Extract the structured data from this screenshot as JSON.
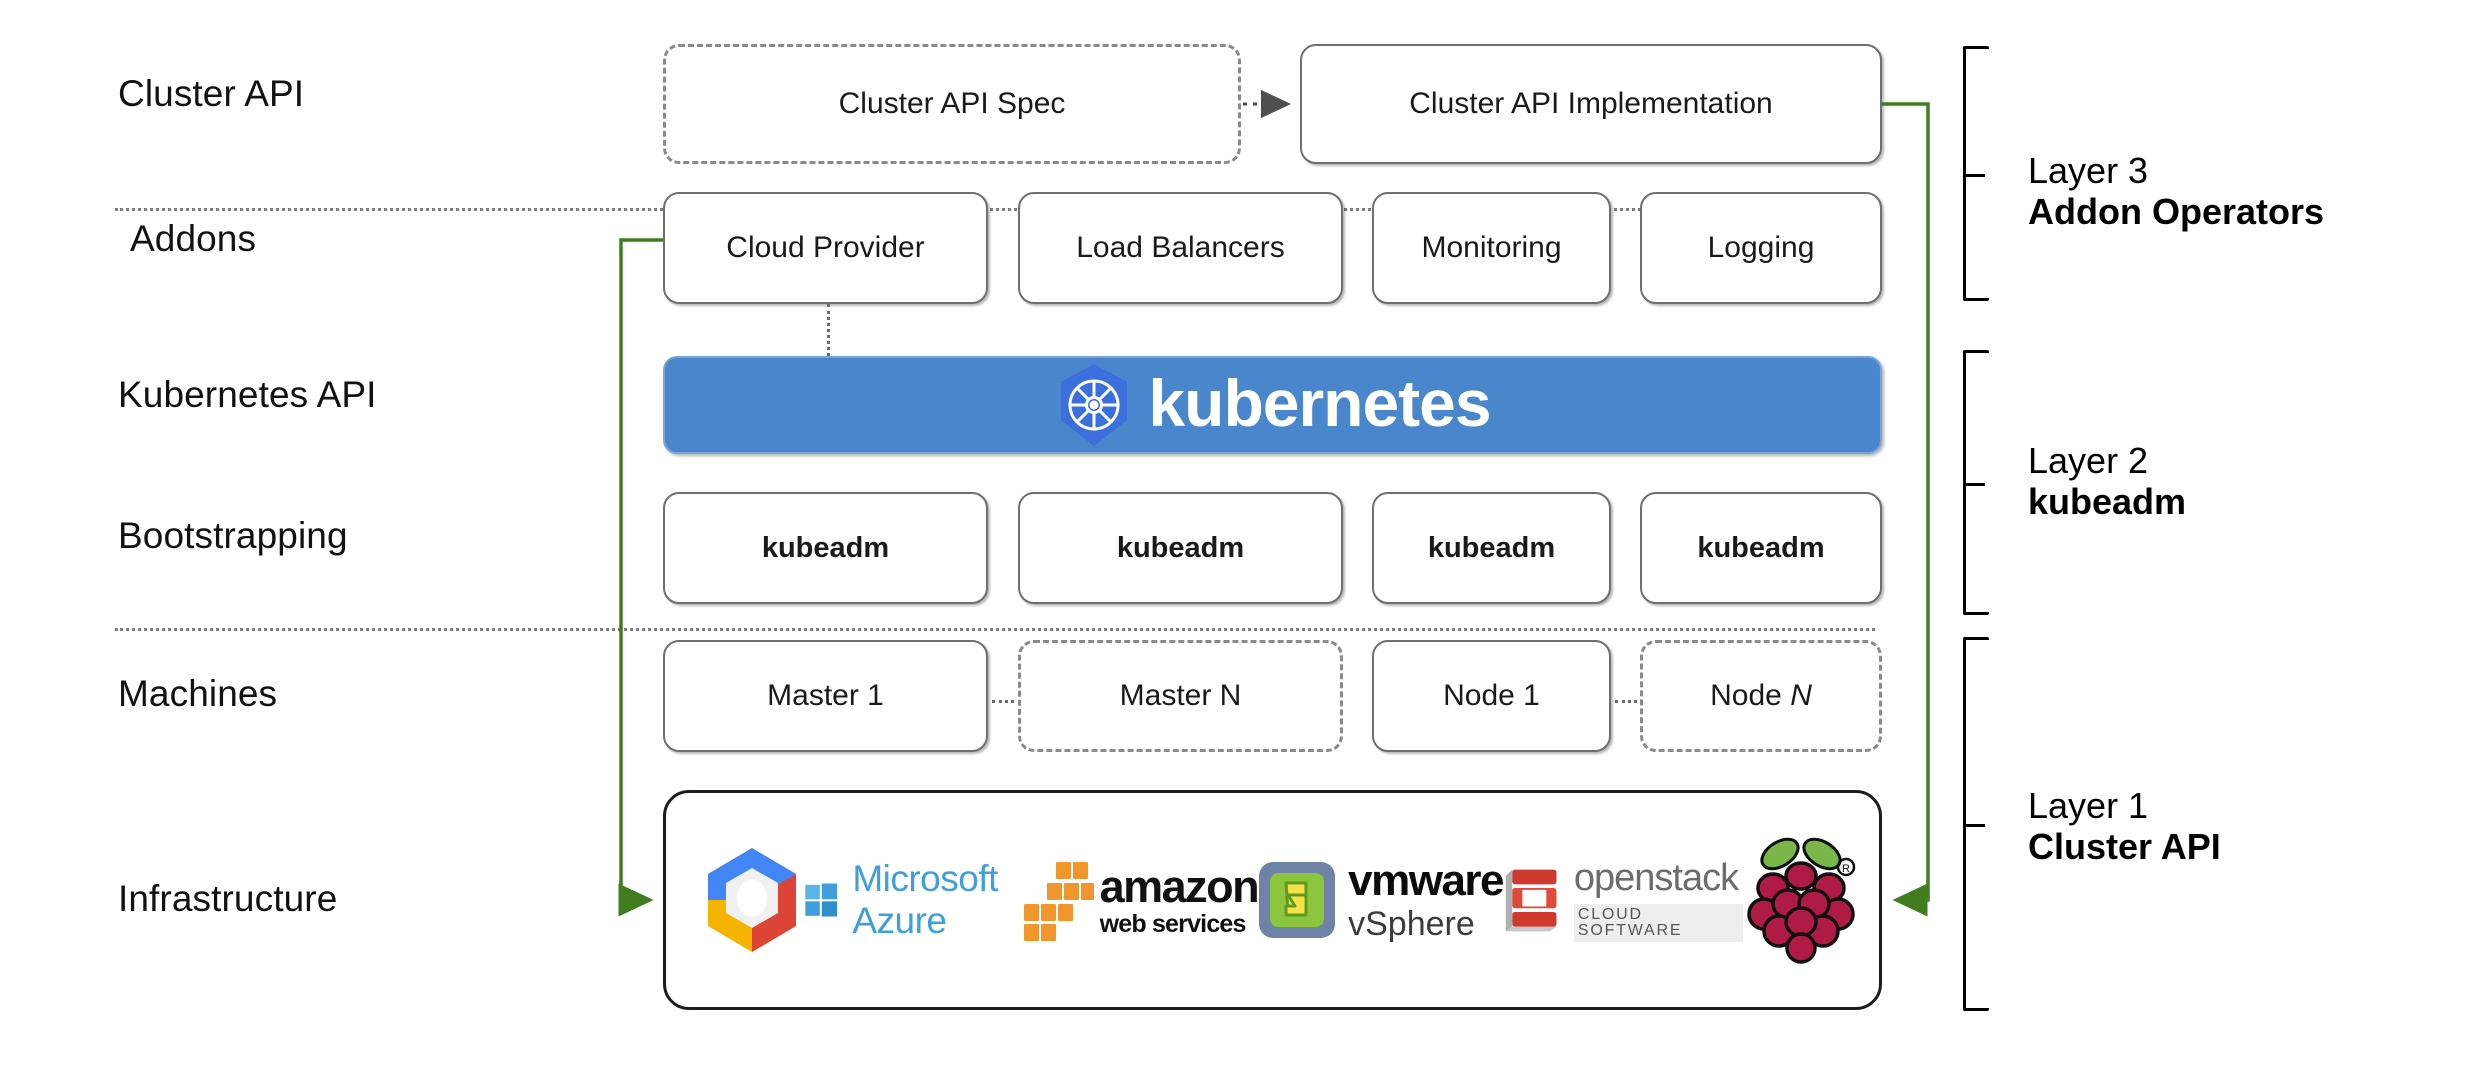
{
  "diagram": {
    "title": "Kubernetes Cluster API layered architecture",
    "accent_green": "#3f7d20",
    "k8s_blue": "#4a86cb",
    "k8s_logo_blue": "#3c6ede",
    "box_border": "#6f6f6f",
    "dashed_border": "#8a8a8a"
  },
  "row_labels": [
    {
      "id": "cluster-api",
      "text": "Cluster API"
    },
    {
      "id": "addons",
      "text": "Addons"
    },
    {
      "id": "kubernetes-api",
      "text": "Kubernetes API"
    },
    {
      "id": "bootstrapping",
      "text": "Bootstrapping"
    },
    {
      "id": "machines",
      "text": "Machines"
    },
    {
      "id": "infrastructure",
      "text": "Infrastructure"
    }
  ],
  "cluster_api_row": {
    "spec": {
      "label": "Cluster API Spec",
      "style": "dashed"
    },
    "implementation": {
      "label": "Cluster API Implementation",
      "style": "solid"
    }
  },
  "addons_row": [
    {
      "label": "Cloud Provider"
    },
    {
      "label": "Load Balancers"
    },
    {
      "label": "Monitoring"
    },
    {
      "label": "Logging"
    }
  ],
  "kubernetes_banner": {
    "wordmark": "kubernetes",
    "logo_name": "kubernetes-helm-wheel-icon"
  },
  "bootstrapping_row": [
    {
      "label": "kubeadm"
    },
    {
      "label": "kubeadm"
    },
    {
      "label": "kubeadm"
    },
    {
      "label": "kubeadm"
    }
  ],
  "machines_row": [
    {
      "label": "Master 1",
      "style": "solid",
      "italic_tail": ""
    },
    {
      "label": "Master N",
      "style": "dashed",
      "italic_tail": ""
    },
    {
      "label": "Node 1",
      "style": "solid",
      "italic_tail": ""
    },
    {
      "label": "Node ",
      "style": "dashed",
      "italic_tail": "N"
    }
  ],
  "infrastructure_logos": [
    {
      "name": "google-cloud-platform-logo",
      "text": ""
    },
    {
      "name": "microsoft-azure-logo",
      "text": "Microsoft Azure"
    },
    {
      "name": "amazon-web-services-logo",
      "text": "amazon",
      "subtext": "web services"
    },
    {
      "name": "vmware-vsphere-logo",
      "text": "vmware",
      "subtext": "vSphere"
    },
    {
      "name": "openstack-logo",
      "text": "openstack",
      "subtext": "CLOUD SOFTWARE"
    },
    {
      "name": "raspberry-pi-logo",
      "text": ""
    }
  ],
  "layers": [
    {
      "id": "layer-3",
      "number": "Layer 3",
      "name": "Addon Operators"
    },
    {
      "id": "layer-2",
      "number": "Layer 2",
      "name": "kubeadm"
    },
    {
      "id": "layer-1",
      "number": "Layer 1",
      "name": "Cluster API"
    }
  ]
}
